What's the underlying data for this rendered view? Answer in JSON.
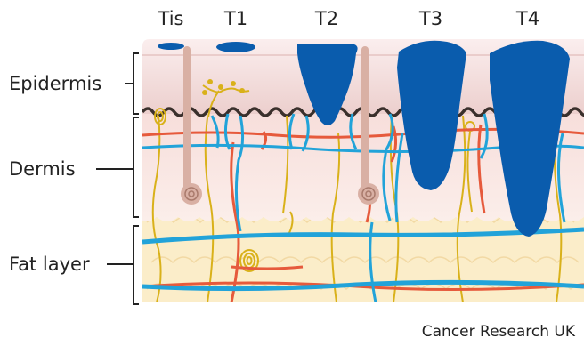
{
  "diagram": {
    "stage_labels": [
      "Tis",
      "T1",
      "T2",
      "T3",
      "T4"
    ],
    "layer_labels": {
      "epidermis": "Epidermis",
      "dermis": "Dermis",
      "fat": "Fat layer"
    },
    "credit": "Cancer Research UK",
    "colors": {
      "tumour": "#0a5cad",
      "vessel_blue": "#22a3d9",
      "vessel_red": "#e65a3c",
      "nerve_yellow": "#d9b11a",
      "epidermis": "#f3dada",
      "dermis": "#f8e4e1",
      "fat": "#fbedc9",
      "basement": "#3a302c",
      "hair": "#d9b0a4"
    }
  }
}
